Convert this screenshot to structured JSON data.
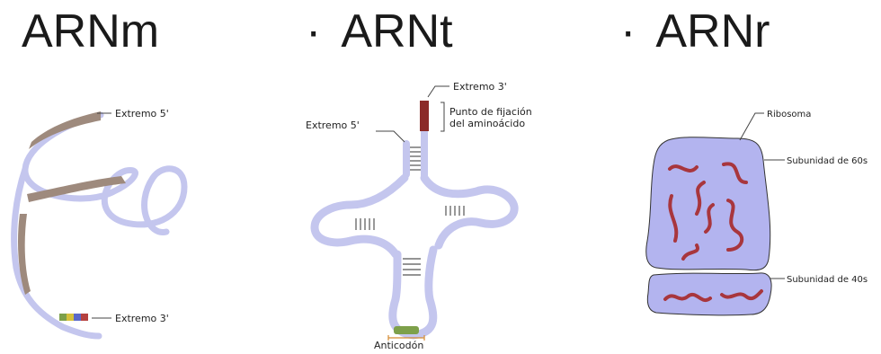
{
  "titles": {
    "mrna": "ARNm",
    "trna_bullet": "·",
    "trna": "ARNt",
    "rrna_bullet": "·",
    "rrna": "ARNr"
  },
  "mrna": {
    "label_5": "Extremo 5'",
    "label_3": "Extremo 3'"
  },
  "trna": {
    "label_3": "Extremo 3'",
    "label_5": "Extremo 5'",
    "attach_line1": "Punto de fijación",
    "attach_line2": "del aminoácido",
    "anticodon": "Anticodón"
  },
  "rrna": {
    "ribosome": "Ribosoma",
    "sub60": "Subunidad de 60s",
    "sub40": "Subunidad de 40s"
  },
  "colors": {
    "rna_strand": "#c4c6ee",
    "mrna_band": "#9e8a7d",
    "subunit_fill": "#b3b4ef",
    "rrna_strand": "#a8363d",
    "attach_point": "#8b2a28",
    "anticodon": "#7da04a"
  }
}
